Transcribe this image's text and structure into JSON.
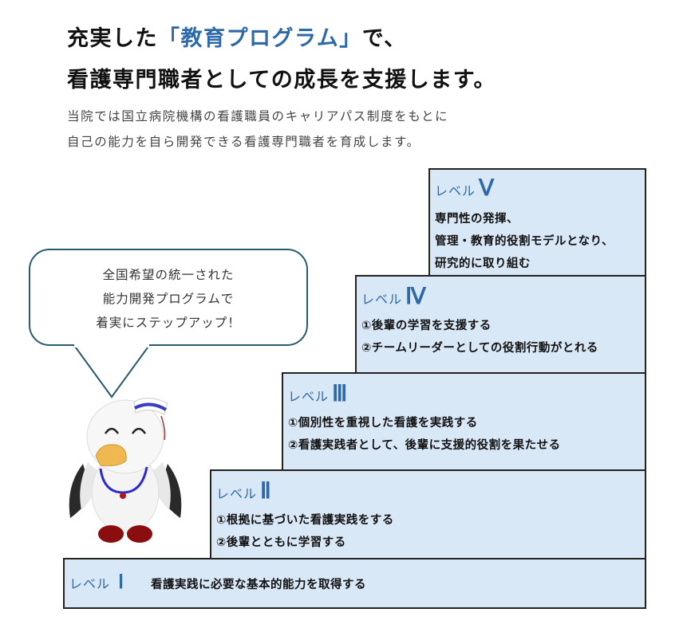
{
  "heading": {
    "line1_prefix": "充実した",
    "line1_accent": "「教育プログラム」",
    "line1_suffix": "で、",
    "line2": "看護専門職者としての成長を支援します。"
  },
  "lead": {
    "line1": "当院では国立病院機構の看護職員のキャリアパス制度をもとに",
    "line2": "自己の能力を自ら開発できる看護専門職者を育成します。"
  },
  "speech_bubble": {
    "lines": [
      "全国希望の統一された",
      "能力開発プログラムで",
      "着実にステップアップ！"
    ]
  },
  "mascot": {
    "icon": "seagull-nurse-mascot-icon"
  },
  "colors": {
    "accent": "#2e6aa8",
    "box_fill": "#d9e8f7",
    "box_border": "#222222",
    "bubble_border": "#2a5a70"
  },
  "levels": [
    {
      "kana": "レベル",
      "roman": "Ⅴ",
      "lines": [
        "専門性の発揮、",
        "管理・教育的役割モデルとなり、",
        "研究的に取り組む"
      ]
    },
    {
      "kana": "レベル",
      "roman": "Ⅳ",
      "lines": [
        "①後輩の学習を支援する",
        "②チームリーダーとしての役割行動がとれる"
      ]
    },
    {
      "kana": "レベル",
      "roman": "Ⅲ",
      "lines": [
        "①個別性を重視した看護を実践する",
        "②看護実践者として、後輩に支援的役割を果たせる"
      ]
    },
    {
      "kana": "レベル",
      "roman": "Ⅱ",
      "lines": [
        "①根拠に基づいた看護実践をする",
        "②後輩とともに学習する"
      ]
    },
    {
      "kana": "レベル",
      "roman": "Ⅰ",
      "lines": [
        "看護実践に必要な基本的能力を取得する"
      ]
    }
  ]
}
